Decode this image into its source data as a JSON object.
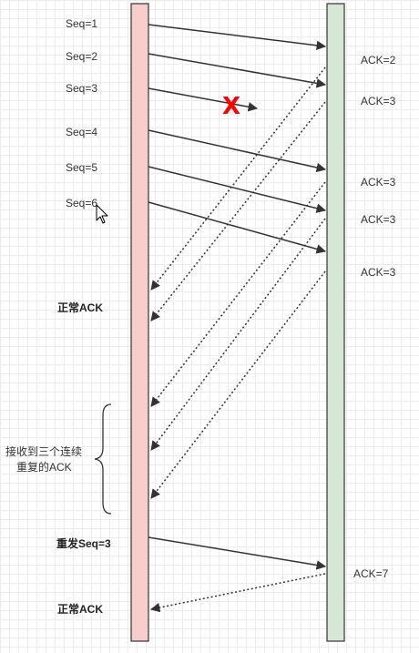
{
  "colors": {
    "sender_fill": "#f8cecc",
    "receiver_fill": "#d5e8d4",
    "line": "#333333",
    "lost_mark": "#ff0000"
  },
  "sender_labels": [
    "Seq=1",
    "Seq=2",
    "Seq=3",
    "Seq=4",
    "Seq=5",
    "Seq=6"
  ],
  "receiver_labels": [
    "ACK=2",
    "ACK=3",
    "ACK=3",
    "ACK=3",
    "ACK=3"
  ],
  "lost_mark": "X",
  "notes": {
    "normal_ack_1": "正常ACK",
    "triple_dup_line1": "接收到三个连续",
    "triple_dup_line2": "重复的ACK",
    "resend": "重发Seq=3",
    "ack7": "ACK=7",
    "normal_ack_2": "正常ACK"
  }
}
